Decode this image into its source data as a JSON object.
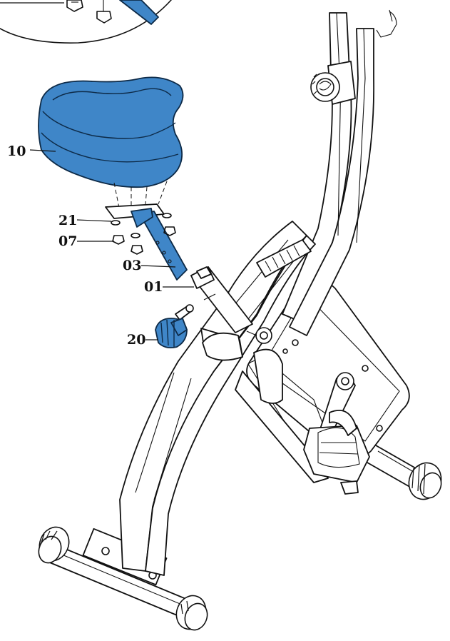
{
  "labels": {
    "seat": "10",
    "washer": "21",
    "nut": "07",
    "seat_post": "03",
    "seat_tube": "01",
    "knob": "20"
  },
  "colors": {
    "highlight_blue": "#3f86c8",
    "line": "#111111"
  }
}
